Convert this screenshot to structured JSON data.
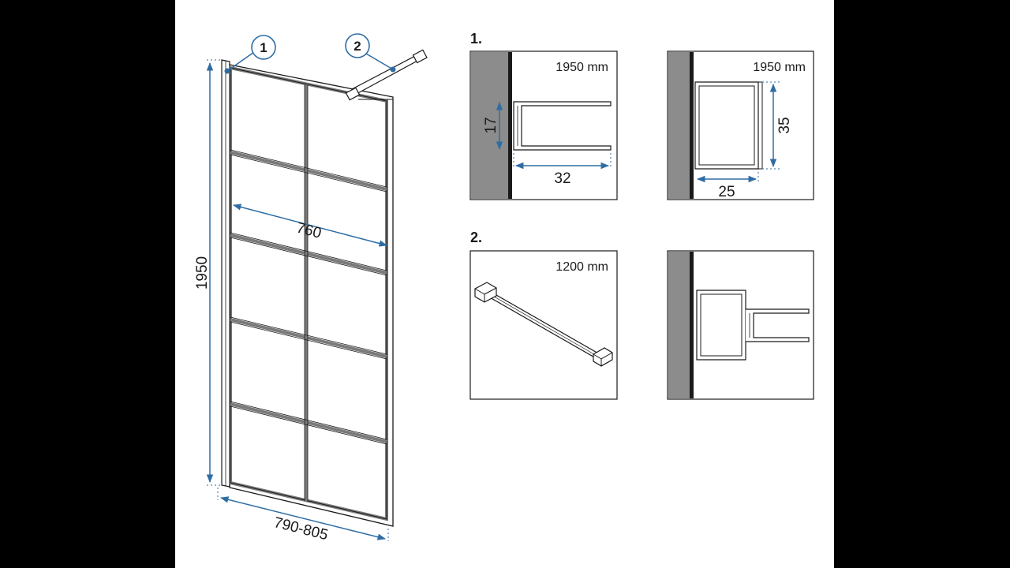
{
  "panel": {
    "callouts": [
      "1",
      "2"
    ],
    "dim_height": "1950",
    "dim_glass_width": "760",
    "dim_total_width": "790-805"
  },
  "details": {
    "section1": {
      "label": "1.",
      "profile_a": {
        "length": "1950 mm",
        "dim_height": "17",
        "dim_width": "32"
      },
      "profile_b": {
        "length": "1950 mm",
        "dim_height": "35",
        "dim_width": "25"
      }
    },
    "section2": {
      "label": "2.",
      "bar": {
        "length": "1200 mm"
      }
    }
  },
  "colors": {
    "dimension_line": "#2e6da4",
    "wall": "#8c8c8c",
    "frame": "#7a7a7a",
    "outline": "#1a1a1a"
  }
}
